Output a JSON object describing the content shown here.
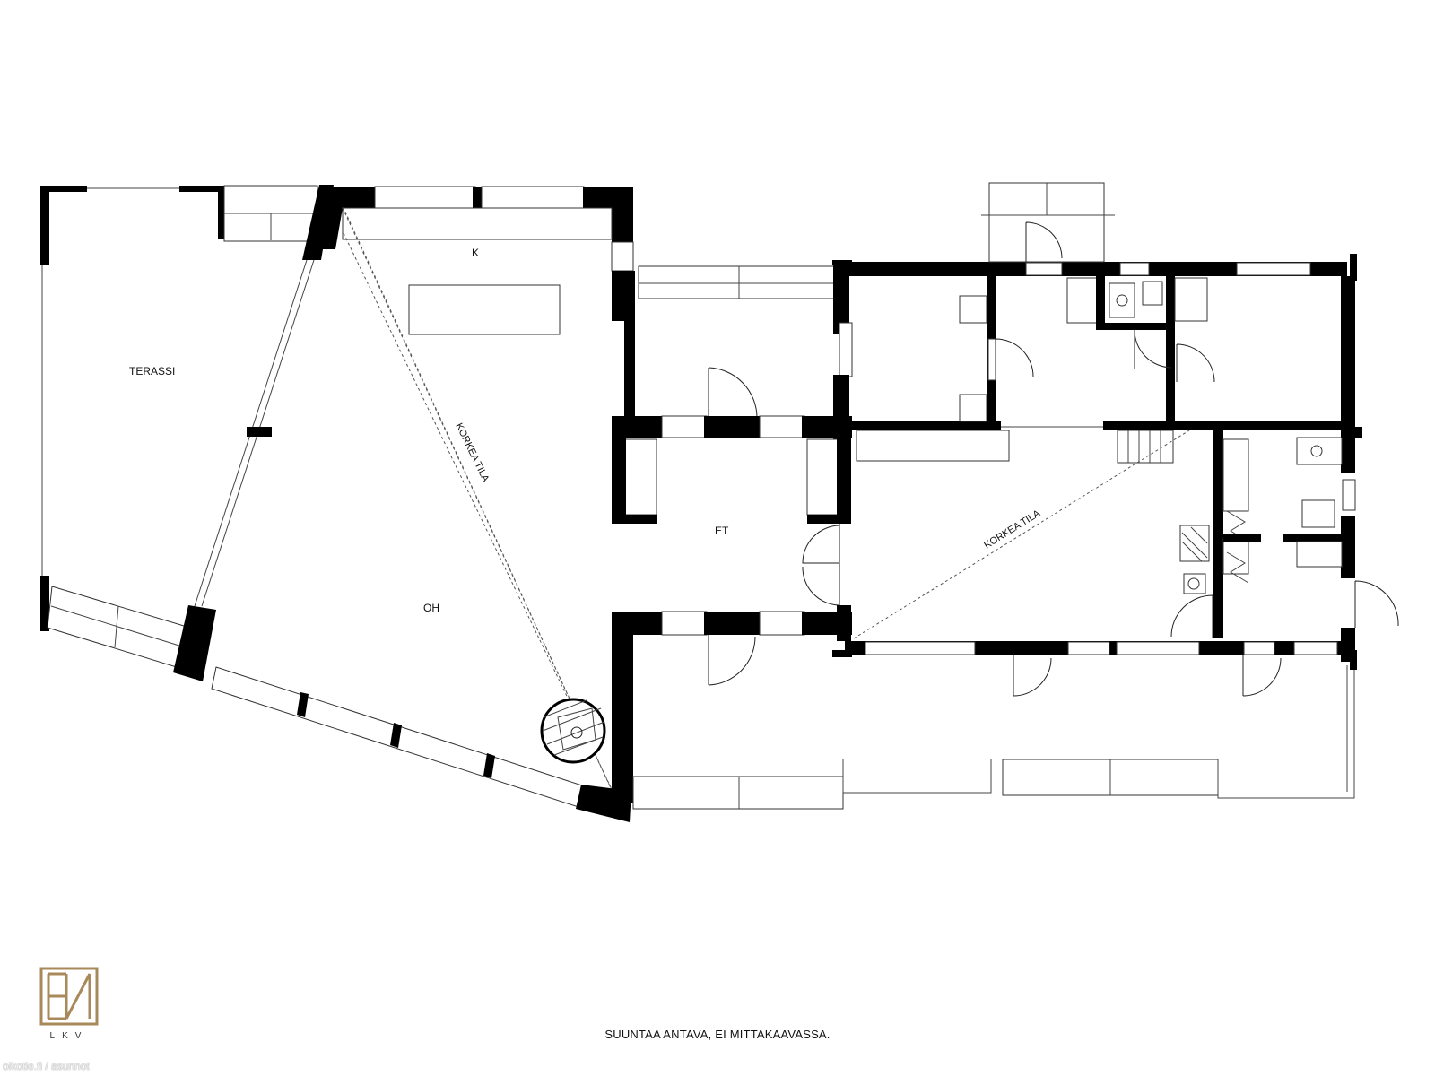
{
  "rooms": {
    "terrace": "TERASSI",
    "kitchen": "K",
    "living": "OH",
    "entry": "ET"
  },
  "high_space": {
    "left": "KORKEA TILA",
    "right": "KORKEA TILA"
  },
  "footer_note": "SUUNTAA ANTAVA, EI MITTAKAAVASSA.",
  "logo": {
    "text": "LKV",
    "color": "#a88a5a"
  },
  "watermark": "oikotie.fi / asunnot"
}
